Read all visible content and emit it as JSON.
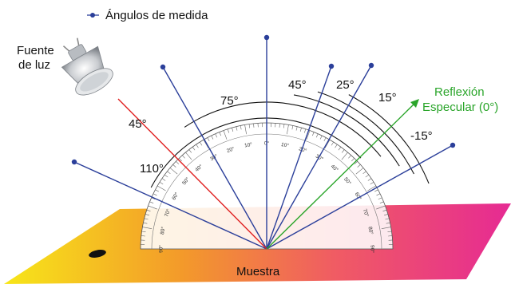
{
  "legend": {
    "label": "Ángulos de medida",
    "marker_color": "#2b3f9a"
  },
  "light_source": {
    "label_line1": "Fuente",
    "label_line2": "de luz",
    "icon": "halogen-bulb-icon"
  },
  "incident": {
    "angle_label": "45°",
    "color": "#e02020"
  },
  "specular": {
    "label_line1": "Reflexión",
    "label_line2": "Especular (0°)",
    "color": "#2aa52a"
  },
  "sample": {
    "label": "Muestra",
    "gradient": [
      "#f7e619",
      "#f39a2a",
      "#f05c63",
      "#e62a93"
    ]
  },
  "measurement_color": "#2b3f9a",
  "measurement_angles": [
    {
      "label": "110°"
    },
    {
      "label": "75°"
    },
    {
      "label": "45°"
    },
    {
      "label": "25°"
    },
    {
      "label": "15°"
    },
    {
      "label": "-15°"
    }
  ],
  "protractor_ticks": [
    "90°",
    "80°",
    "70°",
    "60°",
    "50°",
    "40°",
    "30°",
    "20°",
    "10°",
    "0°",
    "10°",
    "20°",
    "30°",
    "40°",
    "50°",
    "60°",
    "70°",
    "80°",
    "90°"
  ]
}
